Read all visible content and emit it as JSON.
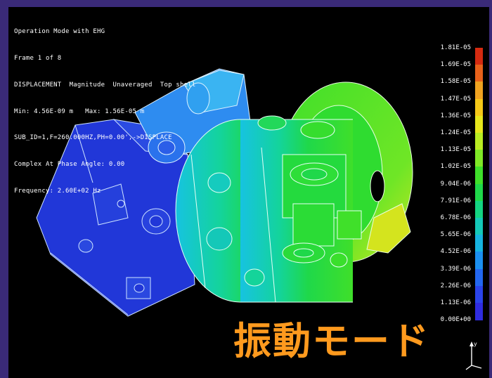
{
  "info_lines": [
    "Operation Mode with EHG",
    "Frame 1 of 8",
    "DISPLACEMENT  Magnitude  Unaveraged  Top shell",
    "Min: 4.56E-09 m   Max: 1.56E-05 m",
    "SUB_ID=1,F=260.000HZ,PH=0.00',->DISPLACE",
    "Complex At Phase Angle: 0.00",
    "Frequency: 2.60E+02 Hz"
  ],
  "scale_labels": [
    "1.81E-05",
    "1.69E-05",
    "1.58E-05",
    "1.47E-05",
    "1.36E-05",
    "1.24E-05",
    "1.13E-05",
    "1.02E-05",
    "9.04E-06",
    "7.91E-06",
    "6.78E-06",
    "5.65E-06",
    "4.52E-06",
    "3.39E-06",
    "2.26E-06",
    "1.13E-06",
    "0.00E+00"
  ],
  "scale_colors": [
    "#d52a10",
    "#e8611a",
    "#f0a320",
    "#f5c818",
    "#e6e61c",
    "#b9ec22",
    "#7fe826",
    "#3fdf2a",
    "#1fd84a",
    "#14d482",
    "#14c8b8",
    "#16b3e0",
    "#1b8ff0",
    "#2367f0",
    "#2b44ea",
    "#2f2ce0"
  ],
  "caption": "振動モード",
  "axis_label": "y"
}
